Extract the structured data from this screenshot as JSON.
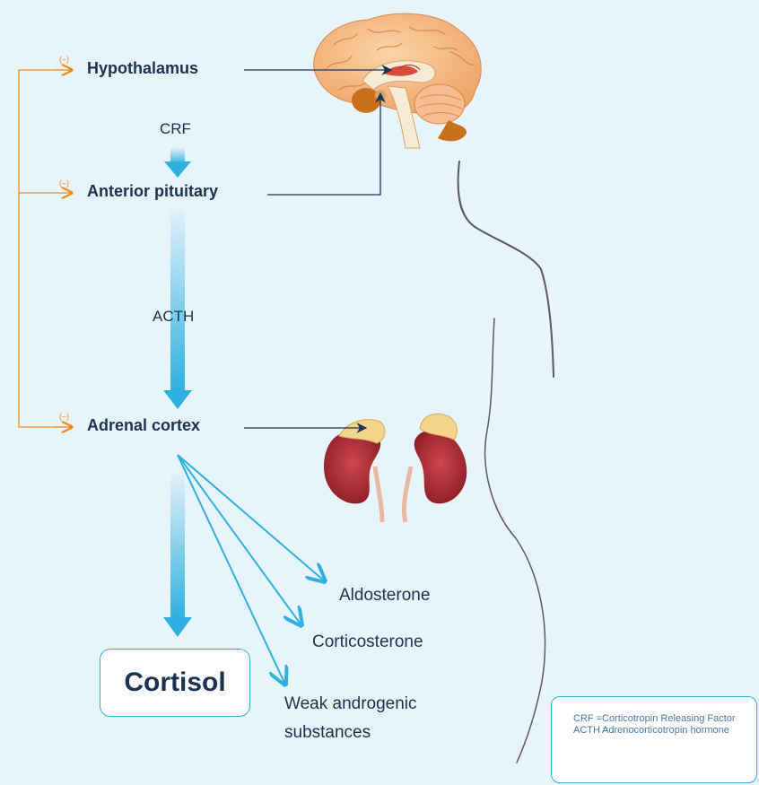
{
  "nodes": {
    "hypothalamus": "Hypothalamus",
    "anterior_pituitary": "Anterior pituitary",
    "adrenal_cortex": "Adrenal cortex"
  },
  "hormones": {
    "crf": "CRF",
    "acth": "ACTH"
  },
  "feedback_sign": "(–)",
  "products": {
    "cortisol": "Cortisol",
    "aldosterone": "Aldosterone",
    "corticosterone": "Corticosterone",
    "weak_androgenic_line1": "Weak androgenic",
    "weak_androgenic_line2": "substances"
  },
  "legend": [
    {
      "abbr": "CRF =",
      "desc": "Corticotropin Releasing Factor"
    },
    {
      "abbr": "ACTH =",
      "desc": "Adrenocorticotropin hormone"
    }
  ],
  "colors": {
    "background": "#e8f4fb",
    "feedback_orange": "#f08c1e",
    "flow_blue": "#2fb0e0",
    "text_navy": "#1b3350"
  }
}
